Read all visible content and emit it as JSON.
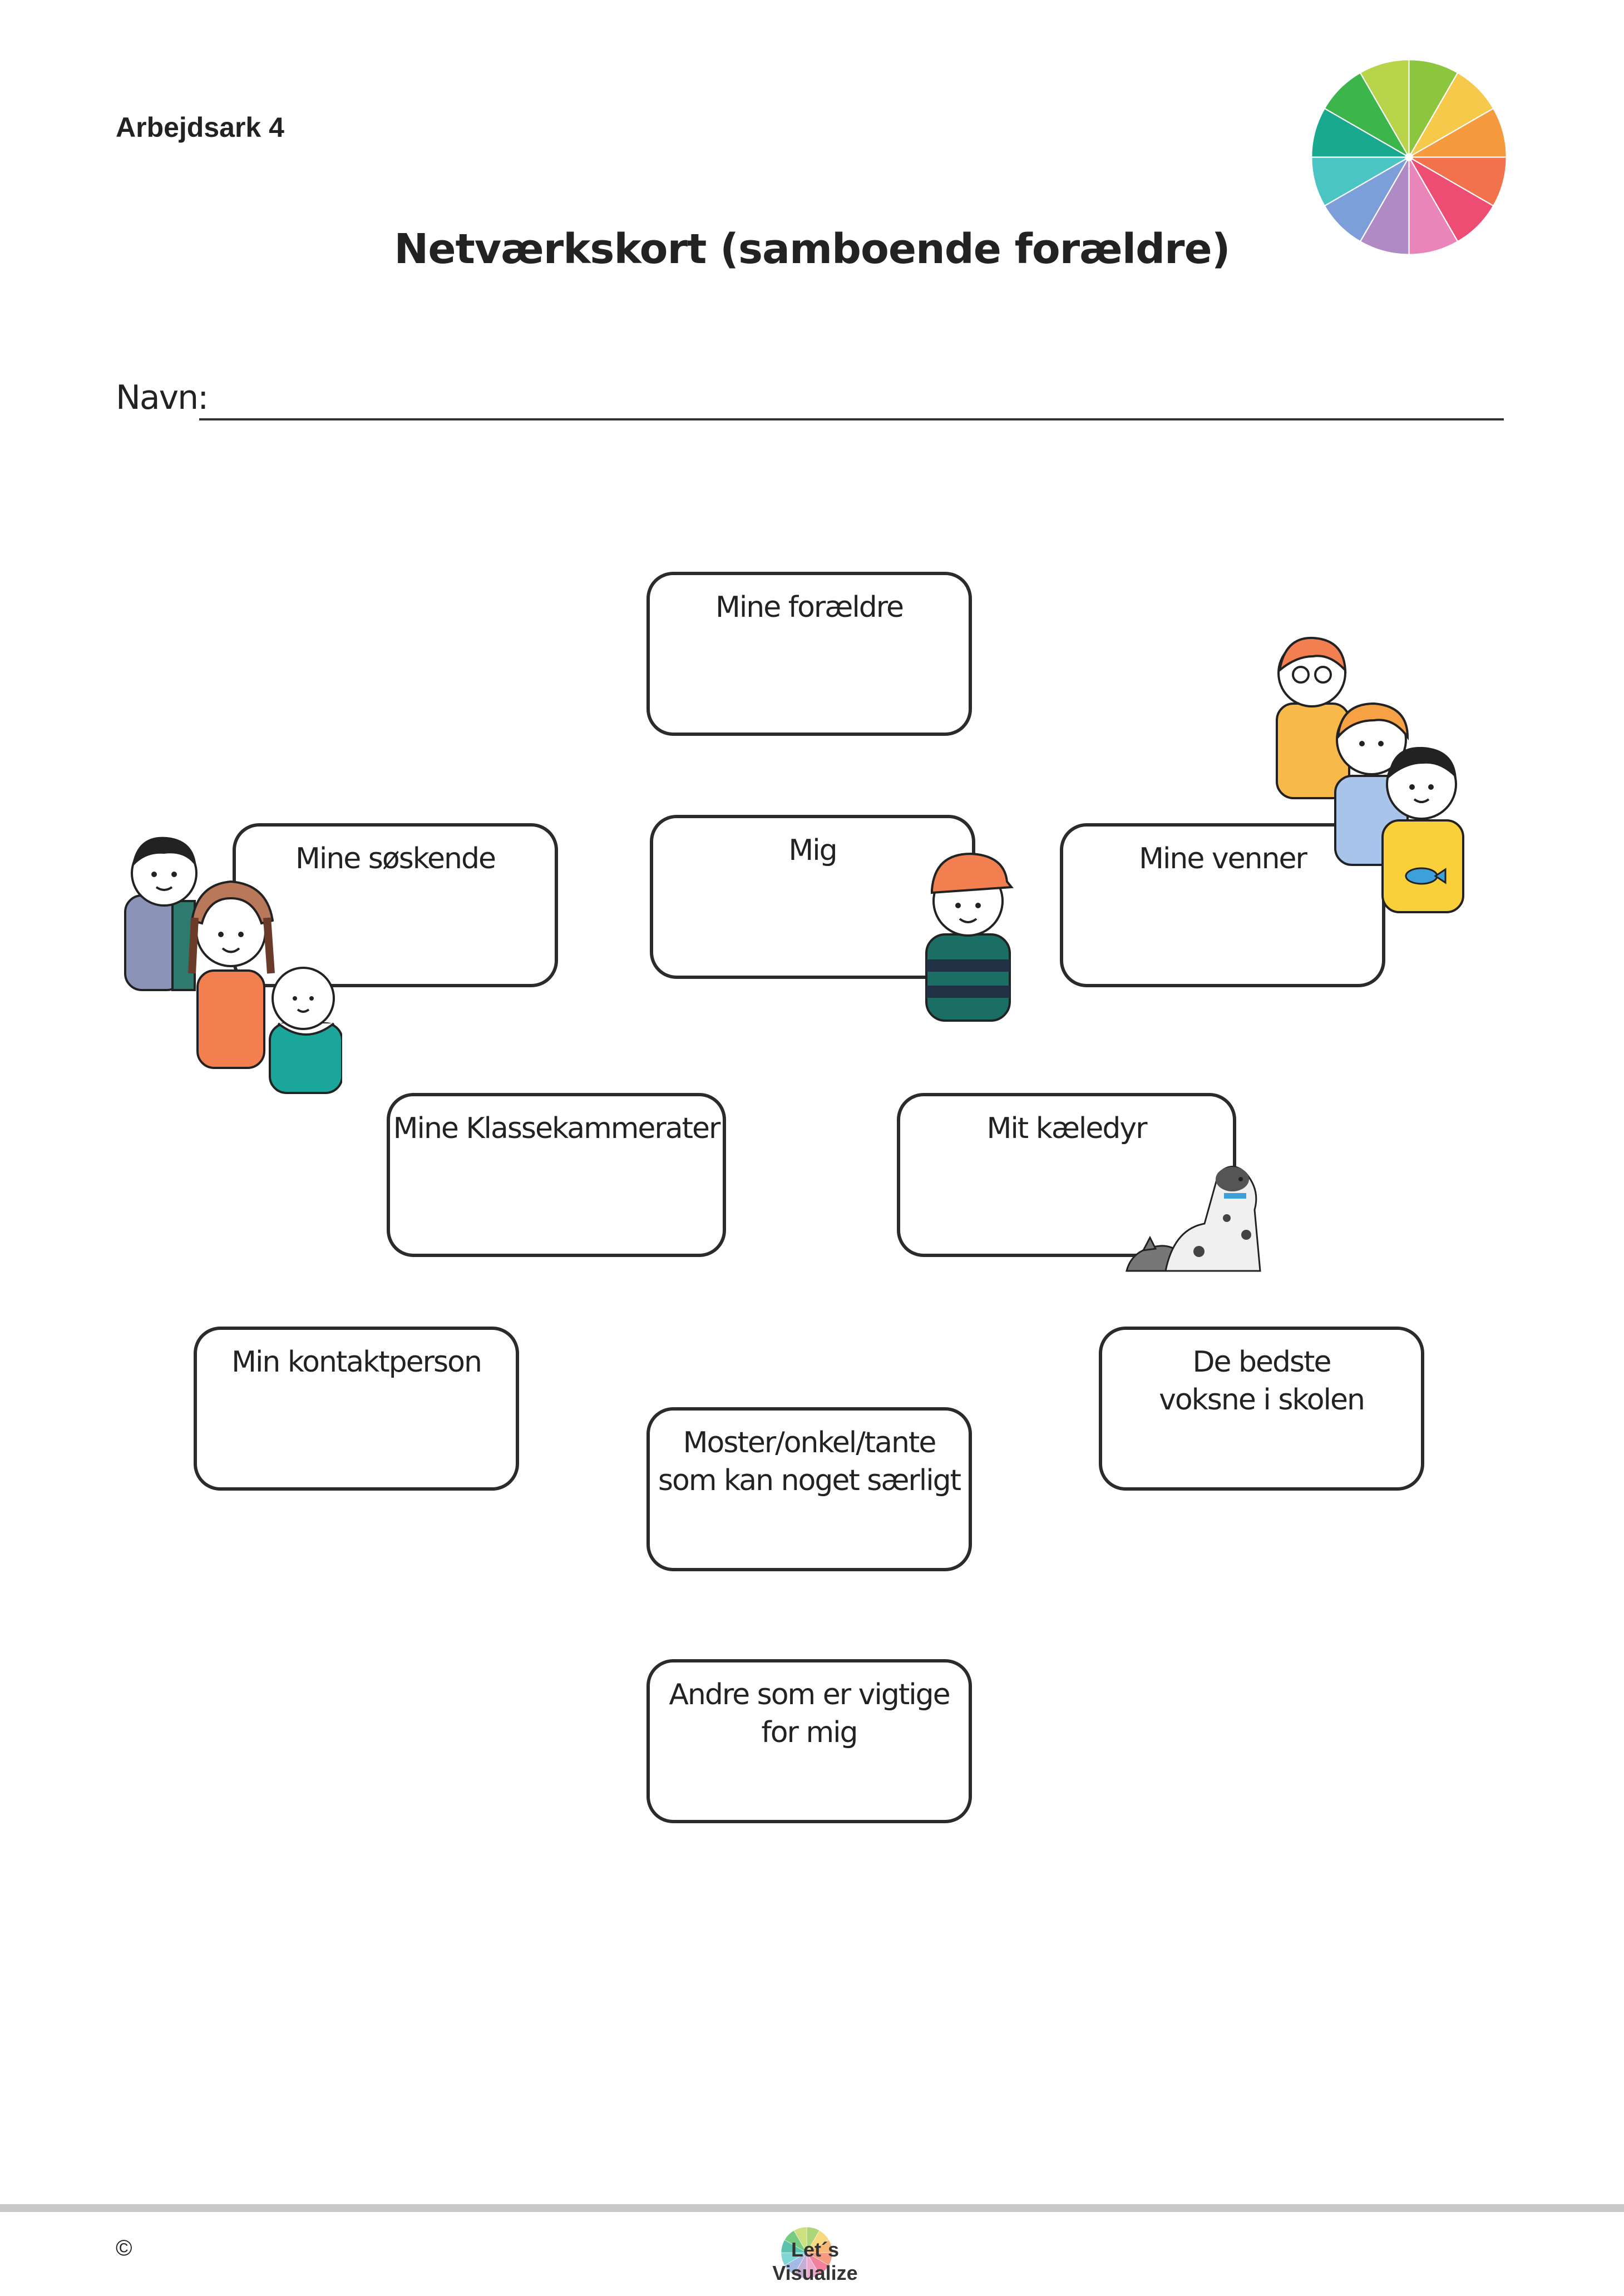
{
  "header": {
    "sheet_label": "Arbejdsark 4",
    "title": "Netværkskort (samboende forældre)"
  },
  "name_field": {
    "label": "Navn:"
  },
  "boxes": {
    "parents": "Mine forældre",
    "siblings": "Mine søskende",
    "me": "Mig",
    "friends": "Mine venner",
    "classmates": "Mine Klassekammerater",
    "pet": "Mit kæledyr",
    "contact": "Min kontaktperson",
    "best_adults": "De bedste\nvoksne i skolen",
    "relatives": "Moster/onkel/tante\nsom kan noget særligt",
    "others": "Andre som er vigtige\nfor mig"
  },
  "footer": {
    "copyright": "©",
    "logo_text": "Let´s Visualize"
  },
  "colors": {
    "wheel": [
      "#8cc63f",
      "#f7c94a",
      "#f59a3d",
      "#f2724b",
      "#ee4d73",
      "#e985b8",
      "#b08ac4",
      "#7c9ed9",
      "#4bc4c4",
      "#18a98f",
      "#3cb64b",
      "#b8d44a"
    ]
  }
}
